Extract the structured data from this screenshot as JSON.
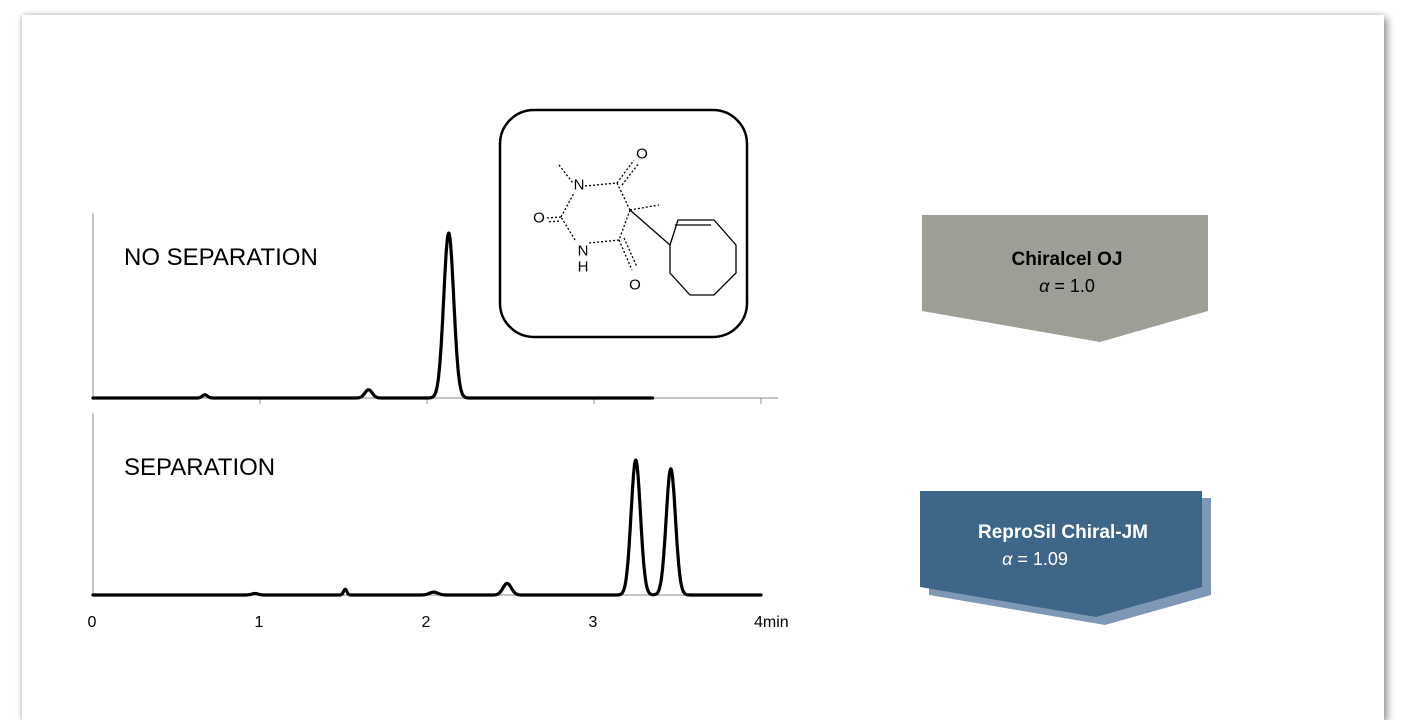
{
  "chart_data": [
    {
      "type": "line",
      "panel_label": "NO SEPARATION",
      "xlim": [
        0,
        4
      ],
      "series": [
        {
          "peaks": [
            {
              "x": 0.67,
              "height": 0.02,
              "width": 0.015
            },
            {
              "x": 1.65,
              "height": 0.05,
              "width": 0.022
            },
            {
              "x": 2.13,
              "height": 1.0,
              "width": 0.03
            }
          ],
          "x_end": 3.35
        }
      ]
    },
    {
      "type": "line",
      "panel_label": "SEPARATION",
      "xlim": [
        0,
        4
      ],
      "xticks": [
        "0",
        "1",
        "2",
        "3",
        "4min"
      ],
      "series": [
        {
          "peaks": [
            {
              "x": 0.97,
              "height": 0.01,
              "width": 0.02
            },
            {
              "x": 1.51,
              "height": 0.04,
              "width": 0.01
            },
            {
              "x": 2.04,
              "height": 0.02,
              "width": 0.025
            },
            {
              "x": 2.48,
              "height": 0.08,
              "width": 0.025
            },
            {
              "x": 3.25,
              "height": 0.93,
              "width": 0.028
            },
            {
              "x": 3.46,
              "height": 0.87,
              "width": 0.028
            }
          ],
          "x_end": 4.0
        }
      ]
    }
  ],
  "molecule": {
    "atoms": {
      "N1": "N",
      "H": "H",
      "N3": "N",
      "O_left": "O",
      "O_top": "O",
      "O_bottom": "O"
    }
  },
  "columns": [
    {
      "name": "Chiralcel OJ",
      "alpha_symbol": "α",
      "alpha_text": " = 1.0",
      "color": "#9e9e96"
    },
    {
      "name": "ReproSil Chiral-JM",
      "alpha_symbol": "α",
      "alpha_text": " = 1.09",
      "color": "#3e6688",
      "shadow_color": "#7f98b6"
    }
  ]
}
